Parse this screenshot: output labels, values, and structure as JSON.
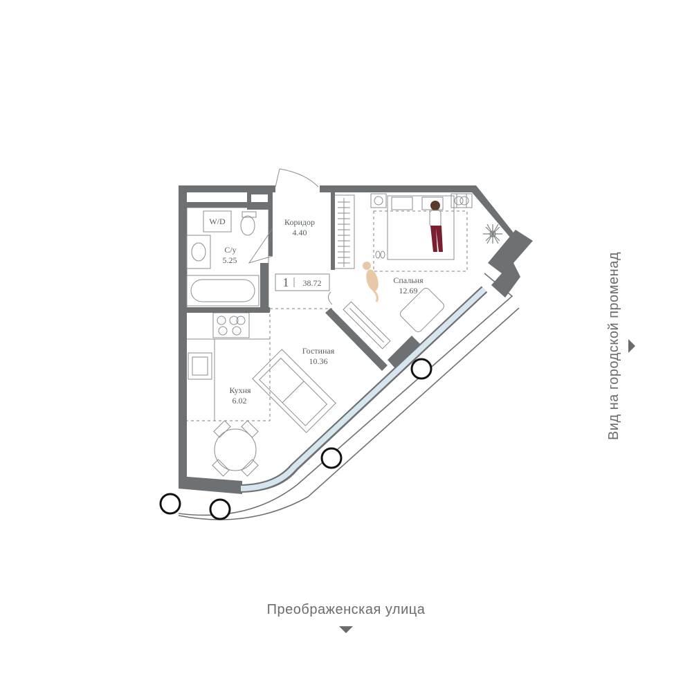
{
  "plan": {
    "rooms_count": "1",
    "total_area": "38.72",
    "rooms": {
      "corridor": {
        "name": "Коридор",
        "area": "4.40"
      },
      "bathroom": {
        "name": "С/у",
        "area": "5.25"
      },
      "bedroom": {
        "name": "Спальня",
        "area": "12.69"
      },
      "living": {
        "name": "Гостиная",
        "area": "10.36"
      },
      "kitchen": {
        "name": "Кухня",
        "area": "6.02"
      }
    },
    "appliance_label": "W/D"
  },
  "labels": {
    "street": "Преображенская улица",
    "view": "Вид на городской променад"
  },
  "colors": {
    "wall": "#6e7173",
    "line": "#8a8d8f",
    "glass": "#d6e6ef",
    "text": "#555c60"
  },
  "icons": {
    "street_arrow": "triangle-down-icon",
    "view_arrow": "triangle-right-icon",
    "plant": "plant-icon",
    "person": "person-icon",
    "cat": "cat-icon",
    "columns": "column-icon"
  }
}
